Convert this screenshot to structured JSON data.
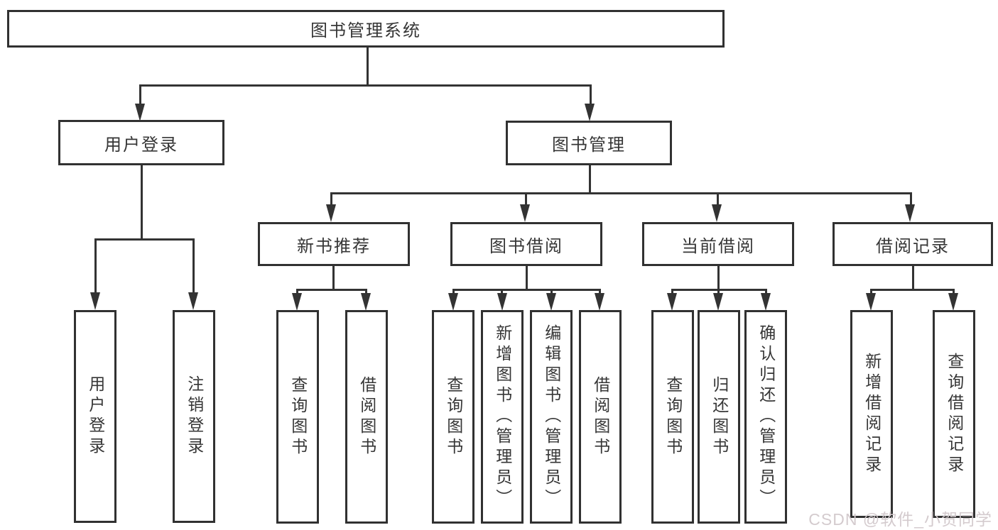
{
  "tree": {
    "root": {
      "label": "图书管理系统",
      "children": [
        {
          "label": "用户登录",
          "children": [
            {
              "label": "用户登录"
            },
            {
              "label": "注销登录"
            }
          ]
        },
        {
          "label": "图书管理",
          "children": [
            {
              "label": "新书推荐",
              "children": [
                {
                  "label": "查询图书"
                },
                {
                  "label": "借阅图书"
                }
              ]
            },
            {
              "label": "图书借阅",
              "children": [
                {
                  "label": "查询图书"
                },
                {
                  "label": "新增图书（管理员）"
                },
                {
                  "label": "编辑图书（管理员）"
                },
                {
                  "label": "借阅图书"
                }
              ]
            },
            {
              "label": "当前借阅",
              "children": [
                {
                  "label": "查询图书"
                },
                {
                  "label": "归还图书"
                },
                {
                  "label": "确认归还（管理员）"
                }
              ]
            },
            {
              "label": "借阅记录",
              "children": [
                {
                  "label": "新增借阅记录"
                },
                {
                  "label": "查询借阅记录"
                }
              ]
            }
          ]
        }
      ]
    }
  },
  "watermark": {
    "text": "CSDN @软件_小贺同学"
  },
  "colors": {
    "line": "#333333",
    "text": "#363636",
    "background": "#ffffff",
    "watermark": "#d2c8cb"
  }
}
